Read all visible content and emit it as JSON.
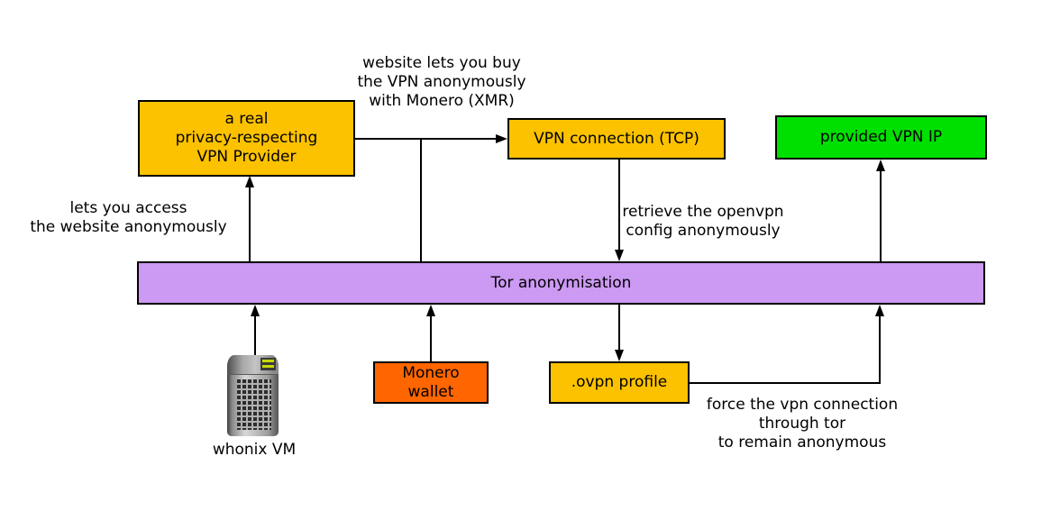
{
  "diagram": {
    "colors": {
      "node_gold": "#fcc200",
      "node_green": "#00e000",
      "bar_purple": "#cc99f3",
      "node_orange": "#ff6600",
      "edge_black": "#000000",
      "led_yellow_green": "#c6d800"
    },
    "nodes": {
      "vpn_provider": {
        "label": "a real\nprivacy-respecting\nVPN Provider"
      },
      "vpn_connection": {
        "label": "VPN connection (TCP)"
      },
      "provided_vpn_ip": {
        "label": "provided VPN IP"
      },
      "tor": {
        "label": "Tor anonymisation"
      },
      "monero_wallet": {
        "label": "Monero\nwallet"
      },
      "ovpn_profile": {
        "label": ".ovpn profile"
      },
      "whonix_vm": {
        "label": "whonix VM"
      }
    },
    "notes": {
      "buy": "website lets you buy\nthe VPN anonymously\nwith Monero (XMR)",
      "access": "lets you access\nthe website anonymously",
      "retrieve": "retrieve the openvpn\nconfig anonymously",
      "force": "force the vpn connection\nthrough tor\nto remain anonymous"
    },
    "icons": {
      "whonix_tower": "server-tower-icon"
    }
  }
}
